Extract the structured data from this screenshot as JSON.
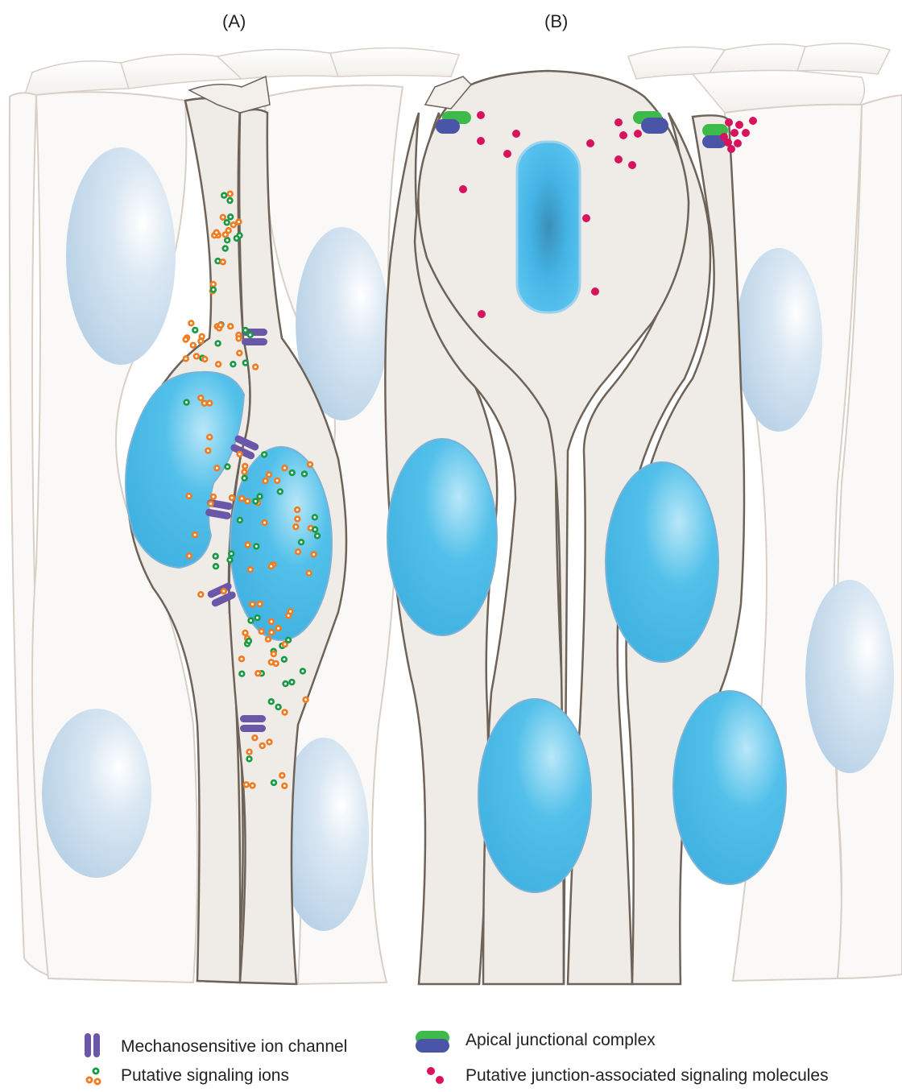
{
  "panels": {
    "a": "(A)",
    "b": "(B)"
  },
  "legend": {
    "channel": "Mechanosensitive ion channel",
    "ions": "Putative signaling ions",
    "junction": "Apical junctional complex",
    "molecules": "Putative junction-associated signaling molecules"
  },
  "colors": {
    "cell_fill": "#faf9f7",
    "cell_stroke": "#d8cfc6",
    "inner_cell_fill": "#efebe6",
    "inner_cell_stroke": "#6e6358",
    "nucleus_pale": "#c5dbec",
    "nucleus_bright": "#4fbce8",
    "ion_orange": "#f07c21",
    "ion_green": "#1a9a45",
    "channel_purple": "#6b57a8",
    "junction_green": "#3dba4a",
    "junction_blue": "#4b55a8",
    "molecule_magenta": "#d8125d"
  },
  "icons": [
    "ion-channel-icon",
    "signaling-ions-icon",
    "junction-complex-icon",
    "signaling-molecules-icon"
  ]
}
